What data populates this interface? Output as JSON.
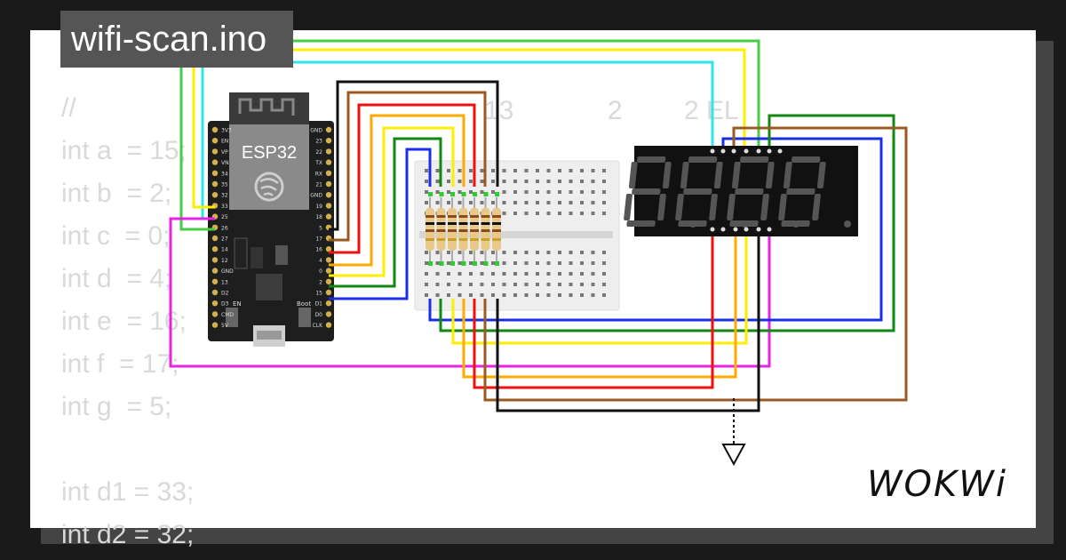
{
  "window": {
    "title": "wifi-scan.ino"
  },
  "code_lines": [
    "//",
    "int a  = 15;",
    "int b  = 2;",
    "int c  = 0;",
    "int d  = 4;",
    "int e  = 16;",
    "int f  = 17;",
    "int g  = 5;",
    "",
    "int d1 = 33;",
    "int d2 = 32;"
  ],
  "code_overlay_fragments": [
    "13",
    "2",
    "2 EL"
  ],
  "board": {
    "label": "ESP32",
    "left_pins": [
      "3V3",
      "EN",
      "VP",
      "VN",
      "34",
      "35",
      "32",
      "33",
      "25",
      "26",
      "27",
      "14",
      "12",
      "GND",
      "13",
      "D2",
      "D3",
      "CMD",
      "5V"
    ],
    "right_pins": [
      "GND",
      "23",
      "22",
      "TX",
      "RX",
      "21",
      "GND",
      "19",
      "18",
      "5",
      "17",
      "16",
      "4",
      "0",
      "2",
      "15",
      "D1",
      "D0",
      "CLK"
    ],
    "buttons": [
      "EN",
      "Boot"
    ]
  },
  "display": {
    "digits": 4
  },
  "brand": "WOKWi",
  "colors": {
    "wire_yellow": "#ffee00",
    "wire_cyan": "#2ee6e6",
    "wire_green_light": "#44cc44",
    "wire_green_dark": "#118811",
    "wire_red": "#ee1111",
    "wire_orange": "#ffaa00",
    "wire_brown": "#9a5a22",
    "wire_black": "#111111",
    "wire_blue": "#1a2ee6",
    "wire_magenta": "#e622e6",
    "board": "#1e1e1e",
    "display": "#111111",
    "segment_off": "#555555",
    "breadboard": "#eeeeee"
  }
}
